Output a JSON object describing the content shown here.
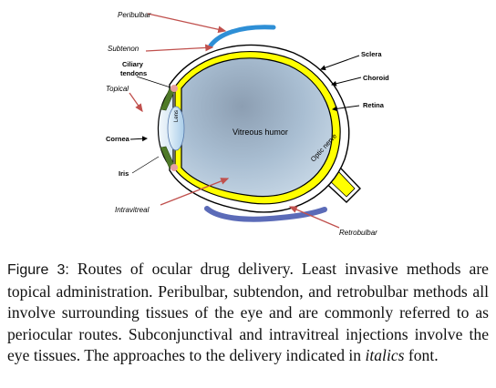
{
  "labels": {
    "peribulbar": "Peribulbar",
    "subtenon": "Subtenon",
    "ciliary_tendons_line1": "Ciliary",
    "ciliary_tendons_line2": "tendons",
    "topical": "Topical",
    "cornea": "Cornea",
    "iris": "Iris",
    "intravitreal": "Intravitreal",
    "retrobulbar": "Retrobulbar",
    "sclera": "Sclera",
    "choroid": "Choroid",
    "retina": "Retina",
    "lens": "Lens",
    "vitreous_humor": "Vitreous humor",
    "optic_nerve": "Optic nerve"
  },
  "caption": {
    "figure_label": "Figure 3:",
    "text_part1": " Routes of ocular drug delivery. Least invasive methods are topical administration. Peribulbar, subtendon, and retrobulbar methods all involve surrounding tissues of the eye and are commonly referred to as periocular routes. Subconjunctival and intravitreal injections involve the eye tissues. The approaches to the delivery indicated in ",
    "italic_word": "italics",
    "text_part2": " font."
  },
  "colors": {
    "arrow_red": "#c0504d",
    "retina_yellow": "#ffff00",
    "peribulbar_blue": "#2e8fd6",
    "retrobulbar_blue": "#5b6bb8",
    "iris_green": "#4f7a28"
  }
}
